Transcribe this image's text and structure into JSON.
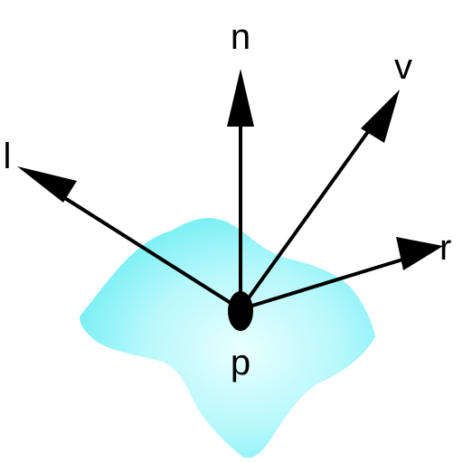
{
  "diagram": {
    "surface_color": "#7ff3f7",
    "surface_highlight": "#e9ffff",
    "vector_color": "#000000",
    "labels": {
      "n": "n",
      "v": "v",
      "l": "l",
      "r": "r",
      "p": "p"
    }
  }
}
